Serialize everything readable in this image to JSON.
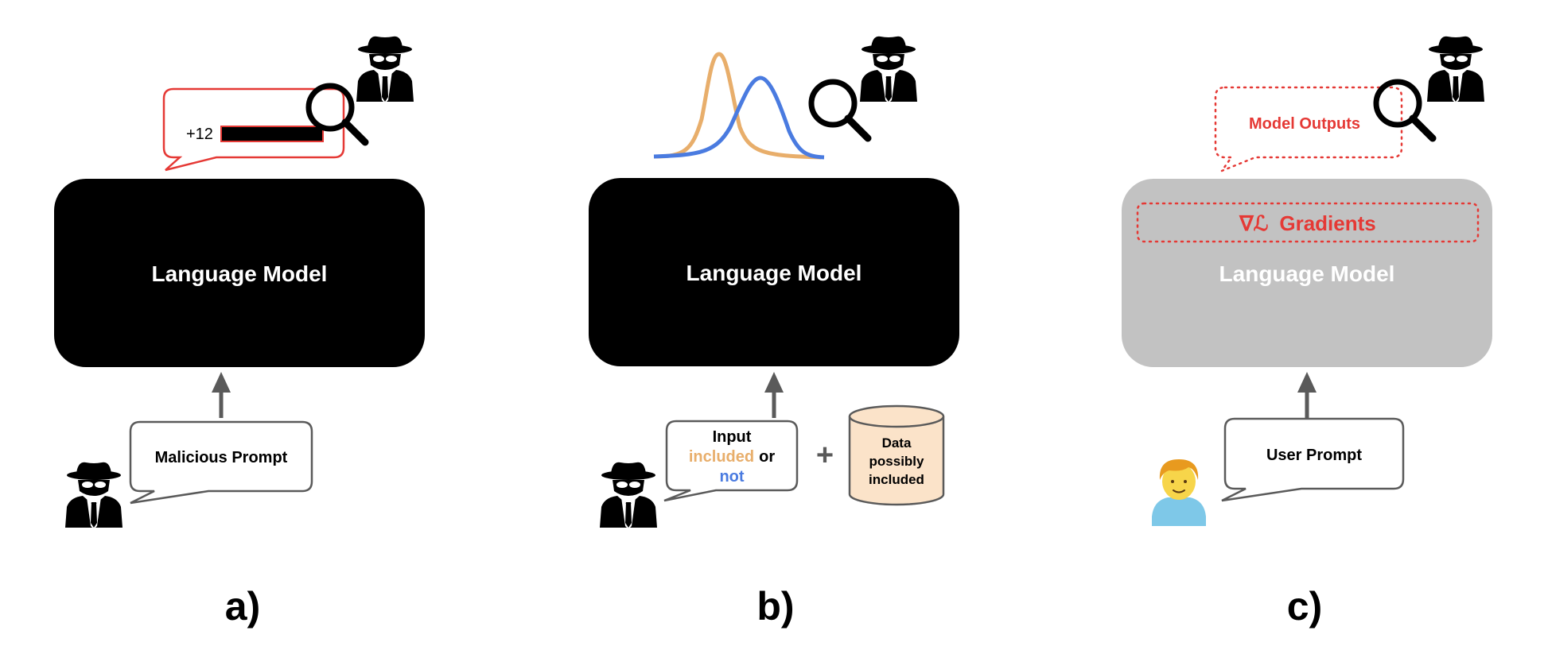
{
  "panels": [
    {
      "label": "a)",
      "model_label": "Language Model",
      "prompt_label": "Malicious Prompt",
      "leak_prefix": "+12"
    },
    {
      "label": "b)",
      "model_label": "Language Model",
      "prompt_line1": "Input",
      "prompt_included": "included",
      "prompt_or": "or",
      "prompt_not": "not",
      "plus_sign": "+",
      "db_line1": "Data",
      "db_line2": "possibly",
      "db_line3": "included"
    },
    {
      "label": "c)",
      "model_label": "Language Model",
      "gradients_symbol": "∇ℒ",
      "gradients_label": "Gradients",
      "outputs_label": "Model Outputs",
      "prompt_label": "User Prompt"
    }
  ],
  "colors": {
    "model_black": "#000000",
    "model_gray": "#c2c2c2",
    "accent_red": "#e53935",
    "orange": "#e8ae6b",
    "blue": "#4a7be0",
    "db_fill": "#fbe3c9",
    "arrow_gray": "#5a5a5a"
  },
  "icons": [
    "spy-icon",
    "magnifier-icon",
    "person-icon",
    "database-icon"
  ]
}
